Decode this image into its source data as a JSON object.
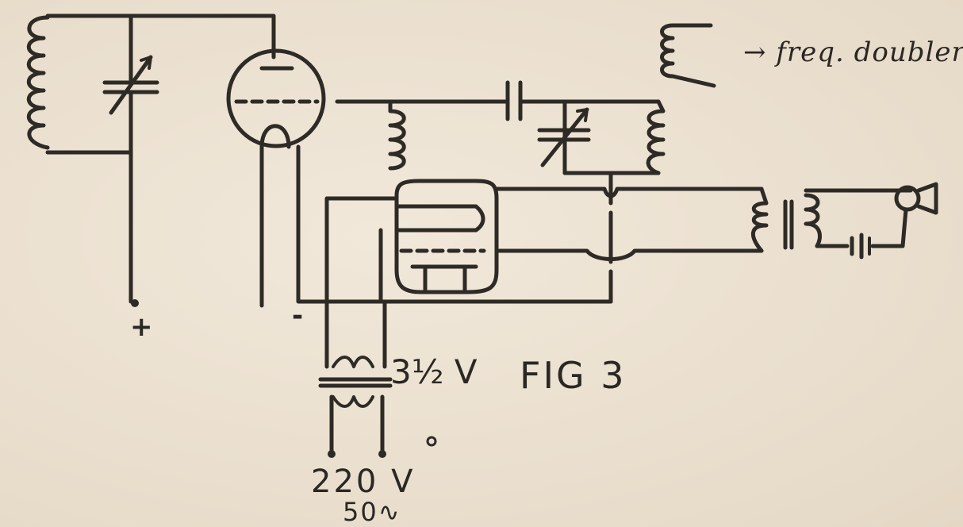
{
  "labels": {
    "freq_doubler": "→ freq. doubler",
    "figure": "FIG 3",
    "heater_voltage": "3½ V",
    "mains_voltage": "220 V",
    "mains_frequency": "50∿",
    "plus_terminal": "+",
    "minus_terminal": "-"
  },
  "colors": {
    "paper": "#ece2d2",
    "ink": "#2e2a26"
  }
}
